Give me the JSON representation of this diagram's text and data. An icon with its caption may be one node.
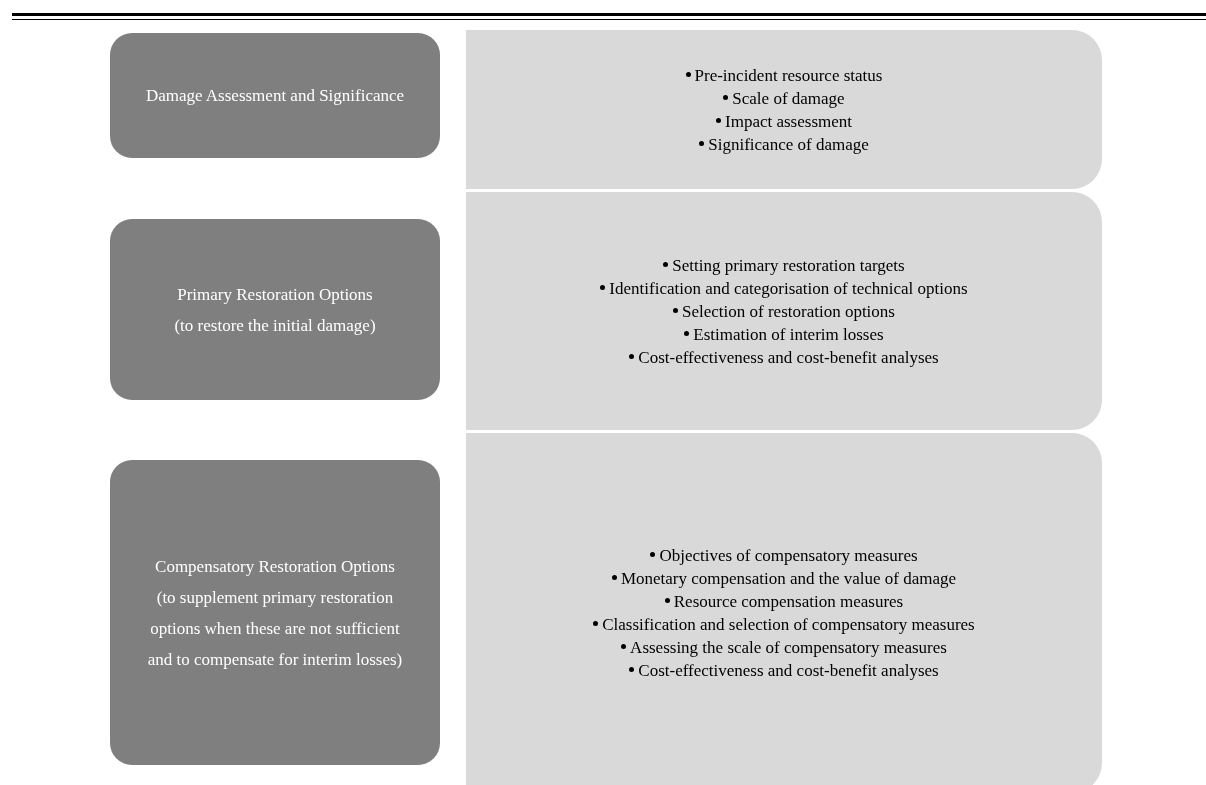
{
  "diagram": {
    "nodes": [
      {
        "text": [
          "Damage Assessment and Significance"
        ]
      },
      {
        "text": [
          "Pre-incident resource status",
          "Scale of damage",
          "Impact assessment",
          "Significance of damage"
        ]
      },
      {
        "text": [
          "Primary Restoration Options",
          "(to restore the initial damage)"
        ]
      },
      {
        "text": [
          "Setting primary restoration targets",
          "Identification and categorisation of technical options",
          "Selection of restoration options",
          "Estimation of interim losses",
          "Cost-effectiveness and cost-benefit analyses"
        ]
      },
      {
        "text": [
          "Compensatory Restoration Options",
          "(to supplement primary restoration options when these are not sufficient and to compensate for interim losses)"
        ]
      },
      {
        "text": [
          "Objectives of compensatory measures",
          "Monetary compensation and the value of damage",
          "Resource compensation measures",
          "Classification and selection of compensatory measures",
          "Assessing the scale of compensatory measures",
          "Cost-effectiveness and cost-benefit analyses"
        ]
      }
    ]
  }
}
